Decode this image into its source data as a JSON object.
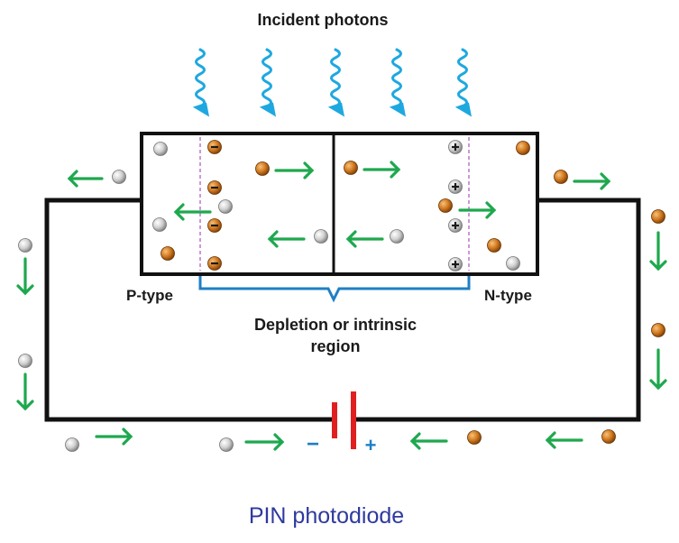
{
  "title": "Incident photons",
  "labels": {
    "p_type": "P-type",
    "n_type": "N-type",
    "depletion_line1": "Depletion or intrinsic",
    "depletion_line2": "region"
  },
  "battery": {
    "minus": "−",
    "plus": "+"
  },
  "caption": "PIN photodiode",
  "photon_count": 5,
  "colors": {
    "photon": "#1ea8e0",
    "arrow": "#1ea84e",
    "electron": "#c8701e",
    "hole": "#d0d0d0",
    "battery": "#e02020",
    "bracket": "#1f7fc4",
    "depletion_edge": "#b060c0",
    "caption": "#2e3a9e",
    "wire": "#111111"
  },
  "icons": [
    "photon-wave-icon",
    "electron-particle-icon",
    "hole-particle-icon",
    "flow-arrow-icon",
    "negative-ion-icon",
    "positive-ion-icon"
  ]
}
